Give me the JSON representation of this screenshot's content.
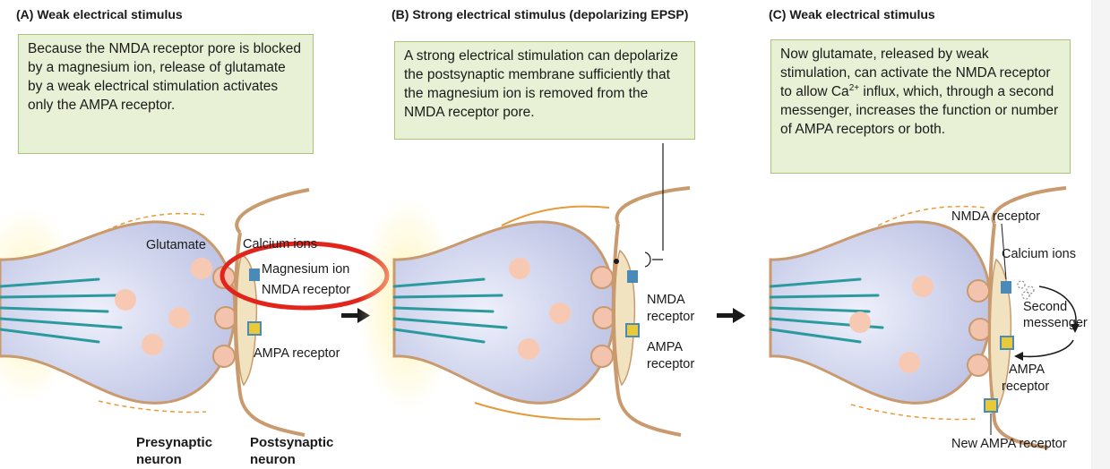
{
  "panels": [
    {
      "title": "(A) Weak electrical stimulus",
      "note": "Because the NMDA receptor pore is blocked by a magnesium ion, release of glutamate by a weak electrical stimulation activates only the AMPA receptor.",
      "labels": {
        "glutamate": "Glutamate",
        "calcium": "Calcium ions",
        "magnesium": "Magnesium ion",
        "nmda": "NMDA receptor",
        "ampa": "AMPA receptor",
        "presynaptic_1": "Presynaptic",
        "presynaptic_2": "neuron",
        "postsynaptic_1": "Postsynaptic",
        "postsynaptic_2": "neuron"
      }
    },
    {
      "title": "(B) Strong electrical stimulus (depolarizing EPSP)",
      "note": "A strong electrical stimulation can depolarize the postsynaptic membrane sufficiently that the magnesium ion is removed from the NMDA receptor pore.",
      "labels": {
        "nmda_1": "NMDA",
        "nmda_2": "receptor",
        "ampa_1": "AMPA",
        "ampa_2": "receptor"
      }
    },
    {
      "title": "(C) Weak electrical stimulus",
      "note_before": "Now glutamate, released by weak stimulation, can activate the NMDA receptor to allow Ca",
      "note_sup": "2+",
      "note_after": " influx, which, through a second messenger, increases the function or number of AMPA receptors or both.",
      "labels": {
        "nmda": "NMDA receptor",
        "calcium": "Calcium ions",
        "second_1": "Second",
        "second_2": "messenger",
        "ampa_1": "AMPA",
        "ampa_2": "receptor",
        "new_ampa": "New AMPA receptor"
      }
    }
  ],
  "colors": {
    "note_bg": "#e8f1d6",
    "note_border": "#a9c47a",
    "neuron_fill": "#cfd3ec",
    "membrane": "#c99a6e",
    "postsynaptic_fill": "#f2e3c0",
    "vesicle": "#f4c3ae",
    "axon_lines": "#2b9a9e",
    "receptor": "#4a8ab8",
    "ampa_box": "#e8c93a",
    "highlight": "#e2241b",
    "arrow": "#1a1a1a"
  }
}
